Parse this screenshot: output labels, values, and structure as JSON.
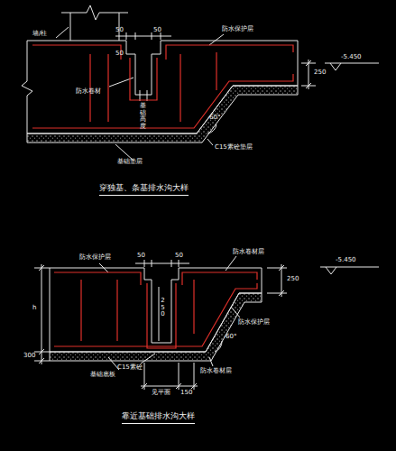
{
  "diagram": {
    "labels": [
      "墙/柱",
      "50",
      "50",
      "防水保护层",
      "-5.450",
      "250",
      "50",
      "防水卷材",
      "基础高度",
      "60°",
      "C15素砼垫层",
      "基础垫层",
      "穿独基、条基排水沟大样",
      "防水保护层",
      "50",
      "50",
      "防水卷材层",
      "-5.450",
      "250",
      "防水保护层",
      "h",
      "300",
      "250",
      "60°",
      "C15素砼",
      "基础底板",
      "防水卷材层",
      "见平面",
      "150",
      "靠近基础排水沟大样"
    ]
  }
}
